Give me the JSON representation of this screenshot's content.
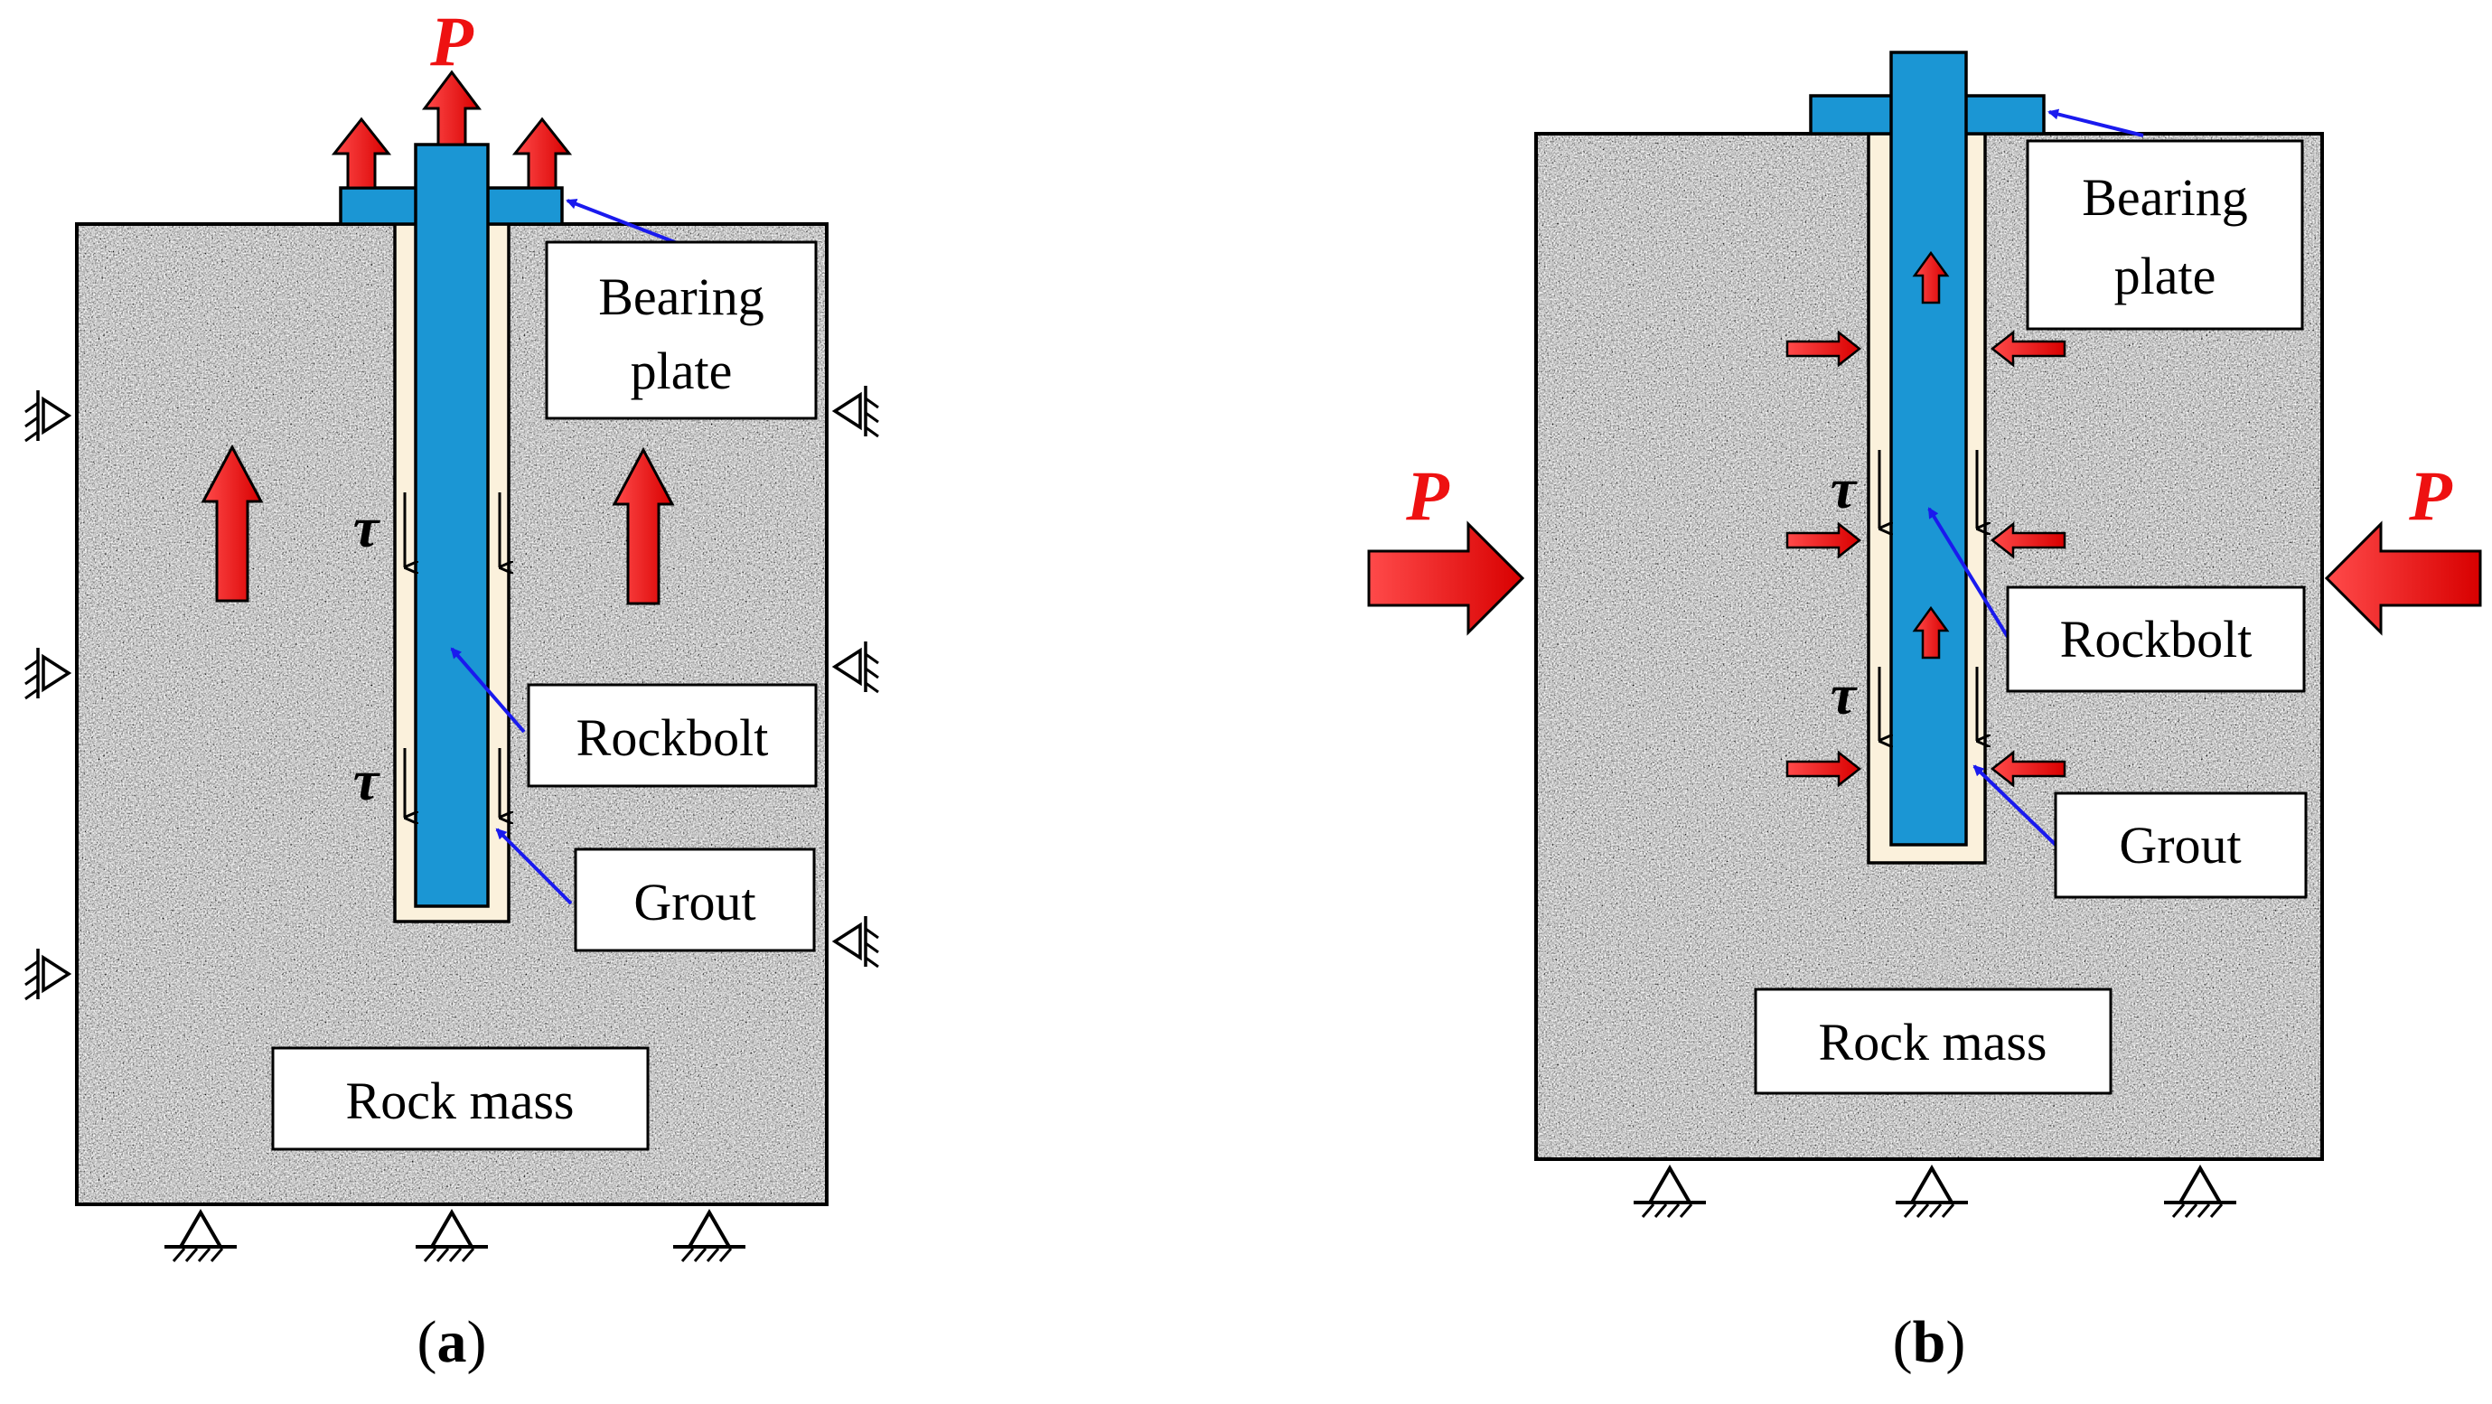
{
  "panel_a": {
    "load_label": "P",
    "tau_label": "τ",
    "bearing_plate_label": [
      "Bearing",
      "plate"
    ],
    "rockbolt_label": "Rockbolt",
    "grout_label": "Grout",
    "rock_mass_label": "Rock mass",
    "caption_letter": "a"
  },
  "panel_b": {
    "load_label": "P",
    "tau_label": "τ",
    "bearing_plate_label": [
      "Bearing",
      "plate"
    ],
    "rockbolt_label": "Rockbolt",
    "grout_label": "Grout",
    "rock_mass_label": "Rock mass",
    "caption_letter": "b"
  },
  "colors": {
    "bolt": "#1b96d4",
    "grout": "#fbf1dc",
    "load_arrow": "#ee1111",
    "leader_line": "#1a1aee",
    "rock_base": "#9c9c9c"
  }
}
